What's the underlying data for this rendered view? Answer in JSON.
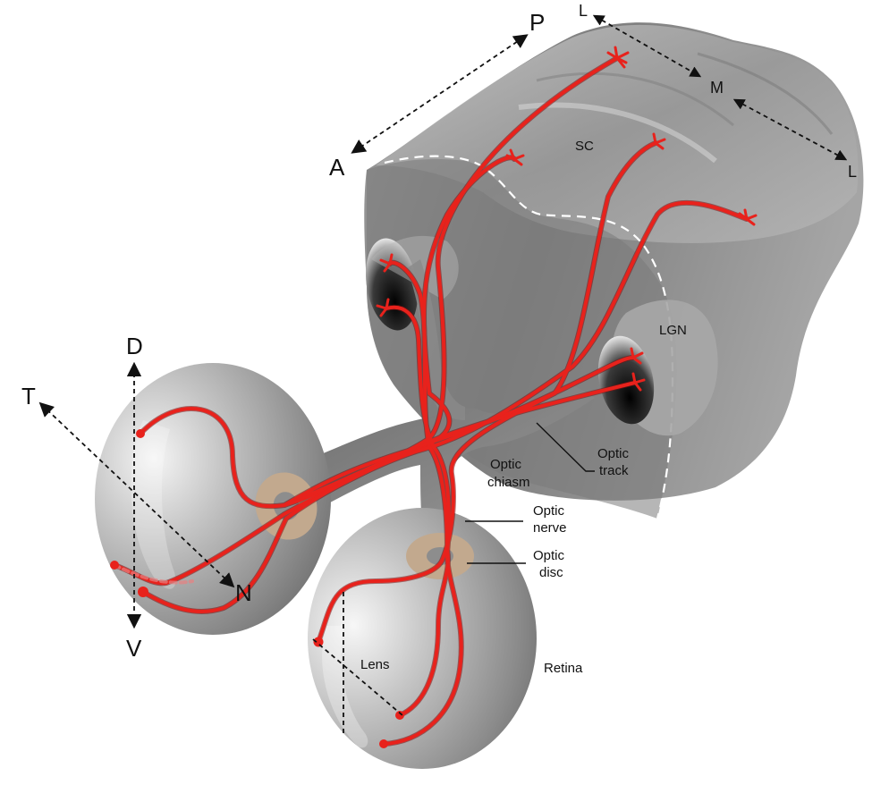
{
  "axis_labels": {
    "anterior": "A",
    "posterior": "P",
    "lateral_left": "L",
    "medial": "M",
    "lateral_right": "L",
    "dorsal": "D",
    "ventral": "V",
    "temporal": "T",
    "nasal": "N"
  },
  "structure_labels": {
    "sc": "SC",
    "lgn": "LGN",
    "optic_chiasm_1": "Optic",
    "optic_chiasm_2": "chiasm",
    "optic_track_1": "Optic",
    "optic_track_2": "track",
    "optic_nerve_1": "Optic",
    "optic_nerve_2": "nerve",
    "optic_disc_1": "Optic",
    "optic_disc_2": "disc",
    "lens": "Lens",
    "retina": "Retina"
  },
  "colors": {
    "axon": "#e8221c",
    "axon_dark": "#8c1010",
    "tissue": "#8f8f8f",
    "disc": "#c2a98e",
    "dashed": "#ffffff"
  }
}
